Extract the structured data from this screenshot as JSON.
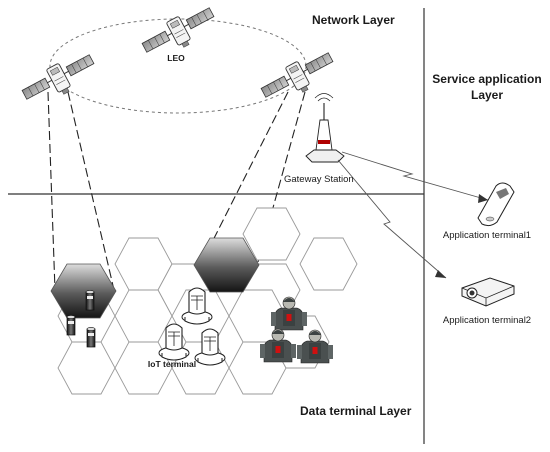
{
  "layers": {
    "network": "Network Layer",
    "service_line1": "Service application",
    "service_line2": "Layer",
    "data_terminal": "Data terminal Layer"
  },
  "labels": {
    "leo": "LEO",
    "gateway": "Gateway Station",
    "app1": "Application terminal1",
    "app2": "Application terminal2",
    "iot": "IoT terminal"
  },
  "colors": {
    "line": "#333333",
    "hex_stroke": "#9a9a9a",
    "hex_dark": "#2b2b2b",
    "device_body": "#ffffff"
  },
  "icons": [
    "satellite-icon",
    "gateway-antenna-icon",
    "phone-terminal-icon",
    "projector-terminal-icon",
    "sensor-icon",
    "robot-icon",
    "soldier-icon"
  ]
}
